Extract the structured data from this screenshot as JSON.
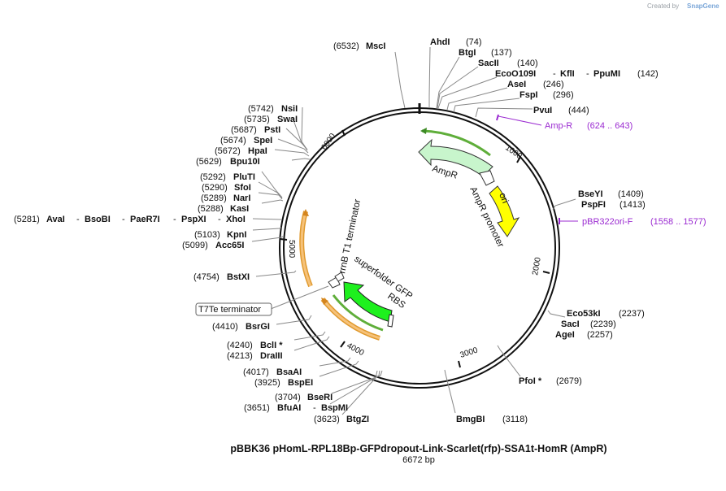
{
  "credit": {
    "text": "Created by",
    "brand": "SnapGene"
  },
  "plasmid": {
    "name": "pBBK36 pHomL-RPL18Bp-GFPdropout-Link-Scarlet(rfp)-SSA1t-HomR (AmpR)",
    "size_label": "6672 bp"
  },
  "ticks": [
    "1000",
    "2000",
    "3000",
    "4000",
    "5000",
    "6000"
  ],
  "features": {
    "ampr": "AmpR",
    "ampr_promoter": "AmpR promoter",
    "ori": "ori",
    "rrnb": "rrnB T1 terminator",
    "sfgfp": "superfolder GFP",
    "rbs": "RBS",
    "t7te": "T7Te terminator"
  },
  "primers": {
    "ampr_name": "Amp-R",
    "ampr_range": "(624 .. 643)",
    "pbr_name": "pBR322ori-F",
    "pbr_range": "(1558 .. 1577)"
  },
  "sites": {
    "ahdi": {
      "name": "AhdI",
      "pos": "(74)"
    },
    "btgi": {
      "name": "BtgI",
      "pos": "(137)"
    },
    "sacii": {
      "name": "SacII",
      "pos": "(140)"
    },
    "eco109": {
      "name": "EcoO109I",
      "name2": "KflI",
      "name3": "PpuMI",
      "pos": "(142)"
    },
    "asei": {
      "name": "AseI",
      "pos": "(246)"
    },
    "fspi": {
      "name": "FspI",
      "pos": "(296)"
    },
    "pvui": {
      "name": "PvuI",
      "pos": "(444)"
    },
    "bseyi": {
      "name": "BseYI",
      "pos": "(1409)"
    },
    "pspfi": {
      "name": "PspFI",
      "pos": "(1413)"
    },
    "eco53ki": {
      "name": "Eco53kI",
      "pos": "(2237)"
    },
    "saci": {
      "name": "SacI",
      "pos": "(2239)"
    },
    "agei": {
      "name": "AgeI",
      "pos": "(2257)"
    },
    "pfoi": {
      "name": "PfoI *",
      "pos": "(2679)"
    },
    "bmgbi": {
      "name": "BmgBI",
      "pos": "(3118)"
    },
    "btgzi": {
      "name": "BtgZI",
      "pos": "(3623)"
    },
    "bfuai": {
      "name": "BfuAI",
      "name2": "BspMI",
      "pos": "(3651)"
    },
    "bseri": {
      "name": "BseRI",
      "pos": "(3704)"
    },
    "bspei": {
      "name": "BspEI",
      "pos": "(3925)"
    },
    "bsaai": {
      "name": "BsaAI",
      "pos": "(4017)"
    },
    "draiii": {
      "name": "DraIII",
      "pos": "(4213)"
    },
    "bcli": {
      "name": "BclI *",
      "pos": "(4240)"
    },
    "bsrgi": {
      "name": "BsrGI",
      "pos": "(4410)"
    },
    "bstxi": {
      "name": "BstXI",
      "pos": "(4754)"
    },
    "acc65i": {
      "name": "Acc65I",
      "pos": "(5099)"
    },
    "kpni": {
      "name": "KpnI",
      "pos": "(5103)"
    },
    "avai": {
      "name": "AvaI",
      "name2": "BsoBI",
      "name3": "PaeR7I",
      "name4": "PspXI",
      "name5": "XhoI",
      "pos": "(5281)"
    },
    "kasi": {
      "name": "KasI",
      "pos": "(5288)"
    },
    "nari": {
      "name": "NarI",
      "pos": "(5289)"
    },
    "sfoi": {
      "name": "SfoI",
      "pos": "(5290)"
    },
    "pluti": {
      "name": "PluTI",
      "pos": "(5292)"
    },
    "bpu10i": {
      "name": "Bpu10I",
      "pos": "(5629)"
    },
    "hpai": {
      "name": "HpaI",
      "pos": "(5672)"
    },
    "spei": {
      "name": "SpeI",
      "pos": "(5674)"
    },
    "psti": {
      "name": "PstI",
      "pos": "(5687)"
    },
    "swai": {
      "name": "SwaI",
      "pos": "(5735)"
    },
    "nsii": {
      "name": "NsiI",
      "pos": "(5742)"
    },
    "msci": {
      "name": "MscI",
      "pos": "(6532)"
    }
  },
  "colors": {
    "ampr": "#c8f5cc",
    "ori": "#ffff00",
    "gfp": "#1ef01e",
    "terminator": "#f6c27a",
    "primer": "#9b2bd1"
  }
}
